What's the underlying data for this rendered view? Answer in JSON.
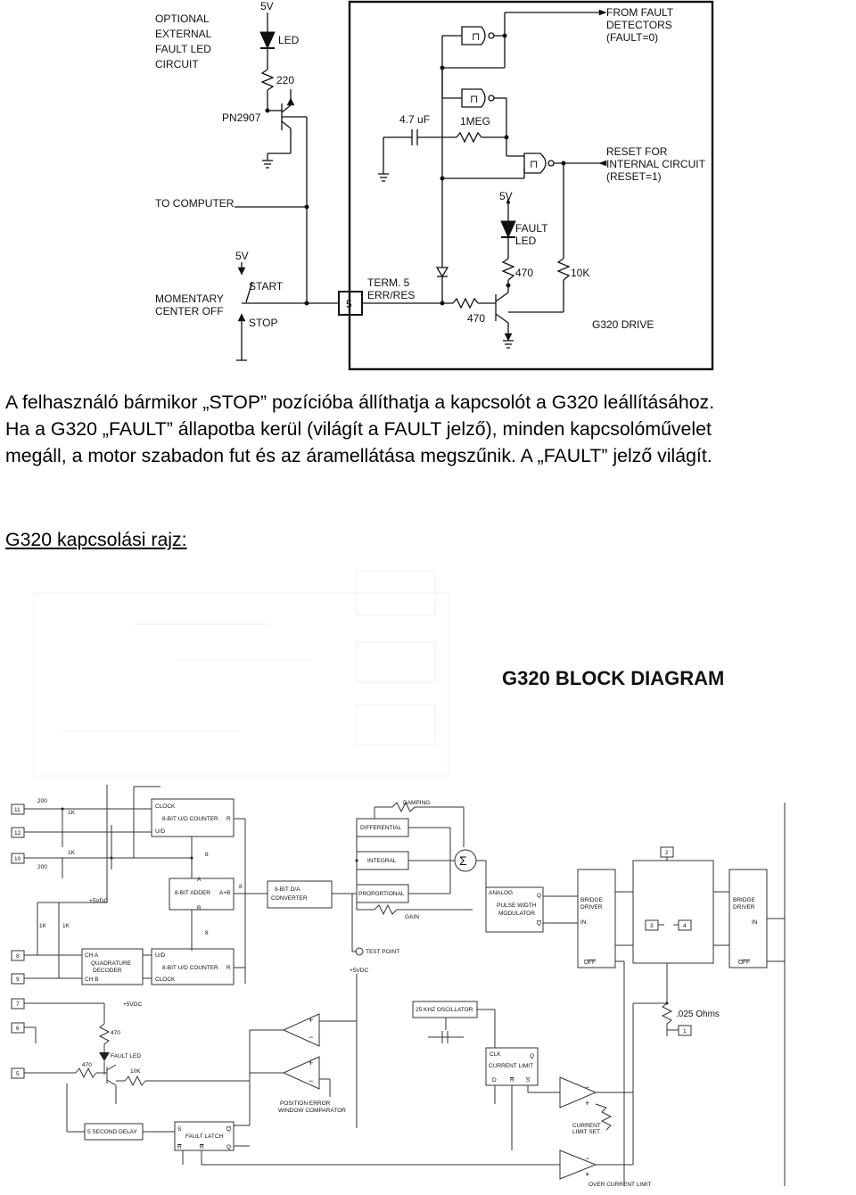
{
  "circuit_diagram": {
    "labels": {
      "optional_external": "OPTIONAL",
      "optional_external_2": "EXTERNAL",
      "optional_external_3": "FAULT LED",
      "optional_external_4": "CIRCUIT",
      "v5_top": "5V",
      "led": "LED",
      "r220": "220",
      "pn2907": "PN2907",
      "to_computer": "TO COMPUTER",
      "v5_switch": "5V",
      "start": "START",
      "stop": "STOP",
      "momentary": "MOMENTARY",
      "center_off": "CENTER OFF",
      "term_number": "5",
      "term5": "TERM. 5",
      "err_res": "ERR/RES",
      "cap": "4.7 uF",
      "res_1meg": "1MEG",
      "from_fault": "FROM FAULT",
      "detectors": "DETECTORS",
      "fault0": "(FAULT=0)",
      "reset_for": "RESET FOR",
      "internal_circuit": "INTERNAL CIRCUIT",
      "reset1": "(RESET=1)",
      "v5_inner": "5V",
      "fault": "FAULT",
      "fault_led": "LED",
      "r470a": "470",
      "r10k": "10K",
      "r470b": "470",
      "drive": "G320 DRIVE"
    }
  },
  "paragraph": {
    "line1": "A felhasználó bármikor „STOP” pozícióba állíthatja a kapcsolót a G320 leállításához.",
    "line2": "Ha a G320 „FAULT” állapotba kerül (világít a FAULT jelző), minden kapcsolóművelet",
    "line3": "megáll, a motor szabadon fut és az áramellátása megszűnik. A „FAULT” jelző világít."
  },
  "heading": "G320 kapcsolási rajz:",
  "block_diagram": {
    "title": "G320 BLOCK DIAGRAM",
    "labels": {
      "p11": "11",
      "p12": "12",
      "p10": "10",
      "p8": "8",
      "p9": "9",
      "p7": "7",
      "p6": "6",
      "p5": "5",
      "p2": "2",
      "p3": "3",
      "p4": "4",
      "p1": "1",
      "r200a": "200",
      "r200b": "200",
      "r1ka": "1K",
      "r1kb": "1K",
      "r1kc": "1K",
      "r1kd": "1K",
      "vcc_a": "+5VDC",
      "vcc_b": "+5VDC",
      "vcc_c": "+5VDC",
      "clock": "CLOCK",
      "counter1": "8-BIT U/D COUNTER",
      "r1": "R",
      "ud1": "U/D",
      "bus8a": "8",
      "bus8b": "8",
      "bus8c": "8",
      "adder": "8-BIT ADDER",
      "in_a": "A",
      "in_b": "B",
      "apb": "A+B",
      "dac1": "8-BIT D/A",
      "dac2": "CONVERTER",
      "cha": "CH A",
      "quad1": "QUADRATURE",
      "quad2": "DECODER",
      "chb": "CH B",
      "ud2": "U/D",
      "counter2": "8-BIT U/D COUNTER",
      "r2": "R",
      "clock2": "CLOCK",
      "damping": "DAMPING",
      "differential": "DIFFERENTIAL",
      "integral": "INTEGRAL",
      "proportional": "PROPORTIONAL",
      "gain": "GAIN",
      "test_point": "TEST POINT",
      "analog": "ANALOG",
      "pwm1": "PULSE WIDTH",
      "pwm2": "MODULATOR",
      "q1": "Q",
      "qb1": "Q",
      "bridge_l1": "BRIDGE",
      "bridge_l2": "DRIVER",
      "in_l": "IN",
      "off_l": "OFF",
      "bridge_r1": "BRIDGE",
      "bridge_r2": "DRIVER",
      "in_r": "IN",
      "off_r": "OFF",
      "osc": "25 KHZ OSCILLATOR",
      "ohms": ".025 Ohms",
      "r470a": "470",
      "fault_led": "FAULT LED",
      "r470b": "470",
      "r10k": "10K",
      "clk": "CLK",
      "current_limit": "CURRENT LIMIT",
      "q2": "Q",
      "d": "D",
      "r3": "R",
      "s1": "S",
      "poserr1": "POSITION ERROR",
      "poserr2": "WINDOW COMPARATOR",
      "current_limit_set1": "CURRENT",
      "current_limit_set2": "LIMIT SET",
      "delay": "5 SECOND DELAY",
      "s2": "S",
      "latch": "FAULT LATCH",
      "q3": "Q",
      "r4": "R",
      "r5": "R",
      "q4": "Q",
      "over_current": "OVER CURRENT LIMIT"
    }
  }
}
